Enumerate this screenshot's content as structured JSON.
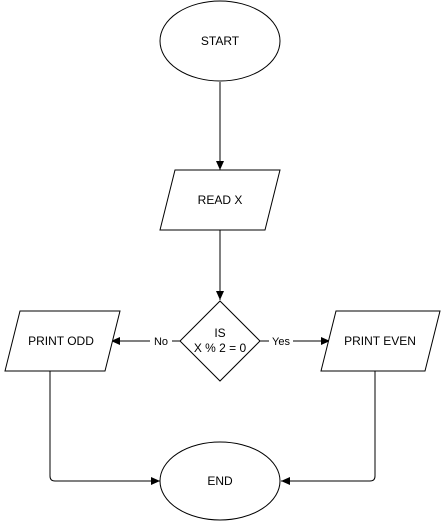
{
  "diagram": {
    "colors": {
      "stroke": "#000000",
      "fill": "#ffffff",
      "text": "#000000"
    },
    "nodes": {
      "start": {
        "label": "START"
      },
      "read": {
        "label": "READ X"
      },
      "decision": {
        "line1": "IS",
        "line2": "X % 2 = 0"
      },
      "print_odd": {
        "label": "PRINT ODD"
      },
      "print_even": {
        "label": "PRINT EVEN"
      },
      "end": {
        "label": "END"
      }
    },
    "edges": {
      "no_label": "No",
      "yes_label": "Yes"
    }
  }
}
